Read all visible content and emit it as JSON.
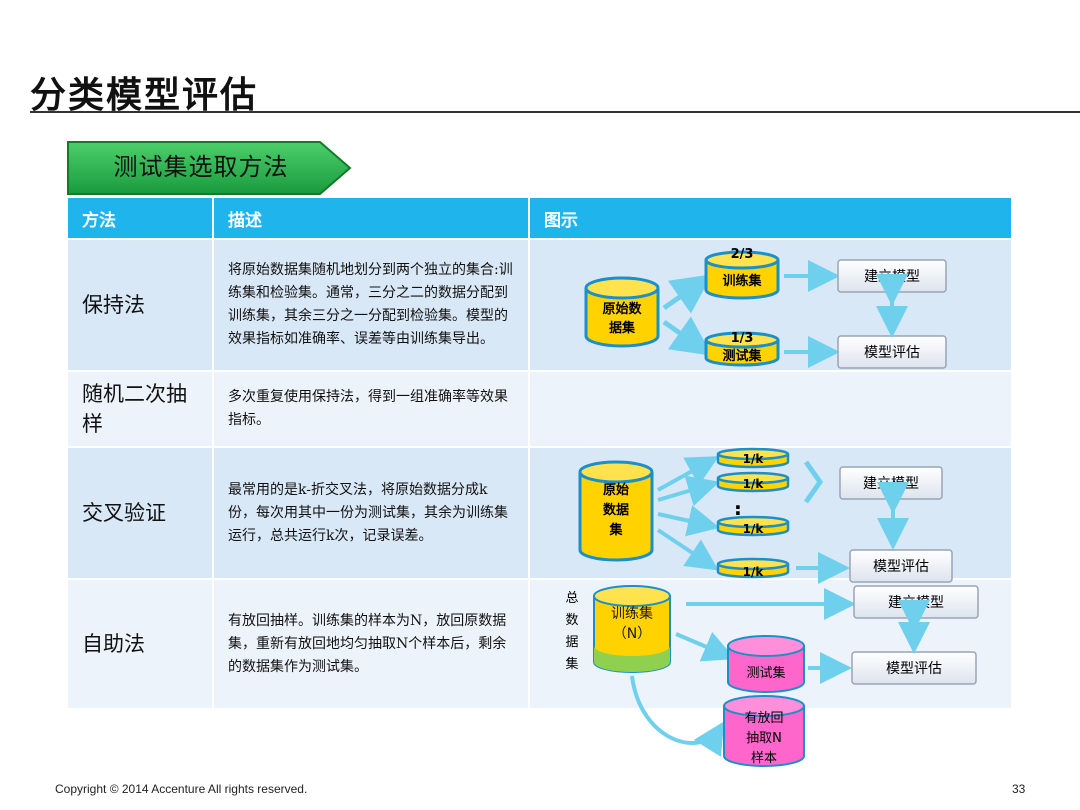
{
  "title": "分类模型评估",
  "section_tag": "测试集选取方法",
  "table": {
    "headers": [
      "方法",
      "描述",
      "图示"
    ],
    "rows": [
      {
        "method": "保持法",
        "desc": "将原始数据集随机地划分到两个独立的集合:训练集和检验集。通常，三分之二的数据分配到训练集，其余三分之一分配到检验集。模型的效果指标如准确率、误差等由训练集导出。"
      },
      {
        "method": "随机二次抽样",
        "desc": "多次重复使用保持法，得到一组准确率等效果指标。"
      },
      {
        "method": "交叉验证",
        "desc": "最常用的是k-折交叉法，将原始数据分成k份，每次用其中一份为测试集，其余为训练集运行，总共运行k次，记录误差。"
      },
      {
        "method": "自助法",
        "desc": "有放回抽样。训练集的样本为N，放回原数据集，重新有放回地均匀抽取N个样本后，剩余的数据集作为测试集。"
      }
    ]
  },
  "diagram1": {
    "source": [
      "原始数",
      "据集"
    ],
    "train_ratio": "2/3",
    "train": "训练集",
    "test_ratio": "1/3",
    "test": "测试集",
    "build": "建立模型",
    "eval": "模型评估"
  },
  "diagram3": {
    "source": [
      "原始",
      "数据",
      "集"
    ],
    "fold": "1/k",
    "dots": "⋮",
    "build": "建立模型",
    "eval": "模型评估"
  },
  "diagram4": {
    "total": [
      "总",
      "数",
      "据",
      "集"
    ],
    "train": [
      "训练集",
      "（N）"
    ],
    "test": "测试集",
    "resample": [
      "有放回",
      "抽取N",
      "样本"
    ],
    "build": "建立模型",
    "eval": "模型评估"
  },
  "colors": {
    "header_bg": "#1fb4ec",
    "row_dark": "#d9e8f6",
    "row_light": "#edf3fa",
    "cylinder_yellow": "#ffd200",
    "cylinder_green": "#8fd14f",
    "cylinder_pink": "#ff66cc",
    "arrow": "#6fd0ee",
    "tag_green": "#1aa34a"
  },
  "footer": {
    "copyright": "Copyright © 2014  Accenture  All rights reserved.",
    "page": "33"
  }
}
